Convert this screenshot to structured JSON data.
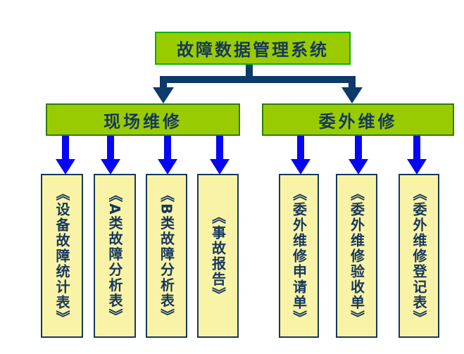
{
  "diagram": {
    "title": "故障数据管理系统",
    "branches": [
      {
        "label": "现场维修",
        "reports": [
          "《设备故障统计表》",
          "《A类故障分析表》",
          "《B类故障分析表》",
          "《事故报告》"
        ]
      },
      {
        "label": "委外维修",
        "reports": [
          "《委外维修申请单》",
          "《委外维修验收单》",
          "《委外维修登记表》"
        ]
      }
    ],
    "colors": {
      "node_fill_green": "#99CC00",
      "root_border_green": "#00B400",
      "branch_border_green": "#2F7D00",
      "leaf_fill_yellow": "#F8F3A6",
      "text_navy": "#17375E",
      "trunk_connector_navy": "#0C3A6A",
      "arrow_blue": "#0606F5"
    }
  }
}
